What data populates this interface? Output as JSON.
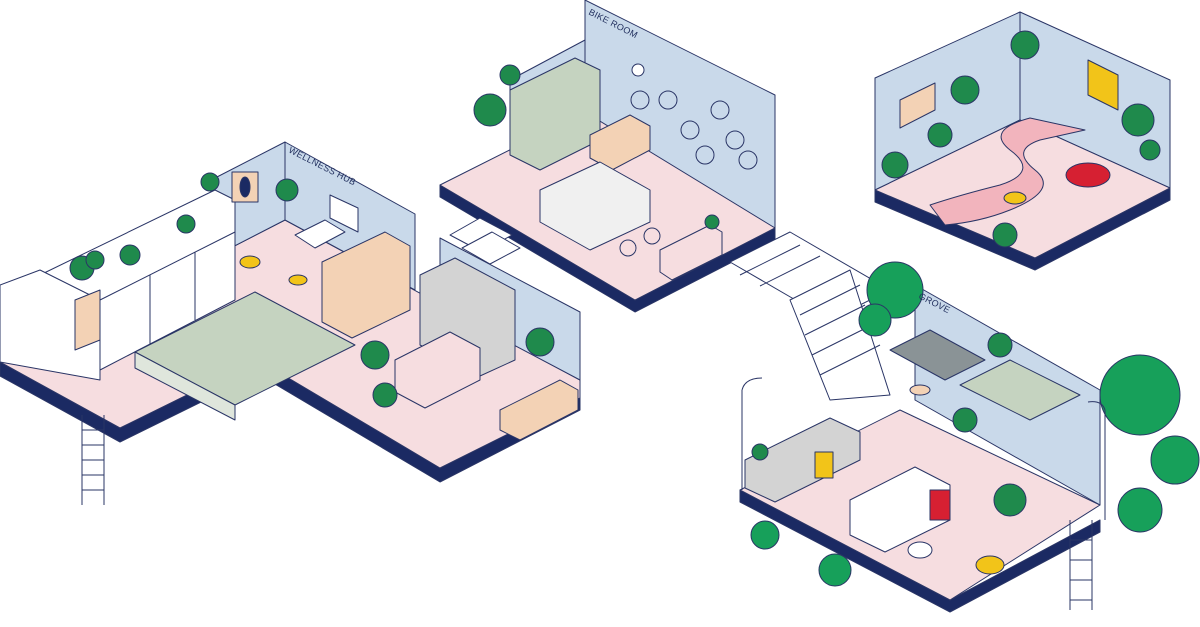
{
  "rooms": [
    {
      "id": "wellness",
      "label": "WELLNESS HUB"
    },
    {
      "id": "bike",
      "label": "BIKE ROOM"
    },
    {
      "id": "grove",
      "label": "GROVE"
    }
  ],
  "colors": {
    "floor": "#f6dde0",
    "wall": "#c9d9ea",
    "base": "#1b2a63",
    "line": "#2a3566",
    "plant": "#1f8a4c",
    "plant_dark": "#146b3a",
    "tree": "#17a05a",
    "cubicle": "#c5d3c0",
    "locker": "#f3d2b5",
    "yellow": "#f2c419",
    "red": "#d62032",
    "seat": "#f2b4bd"
  }
}
